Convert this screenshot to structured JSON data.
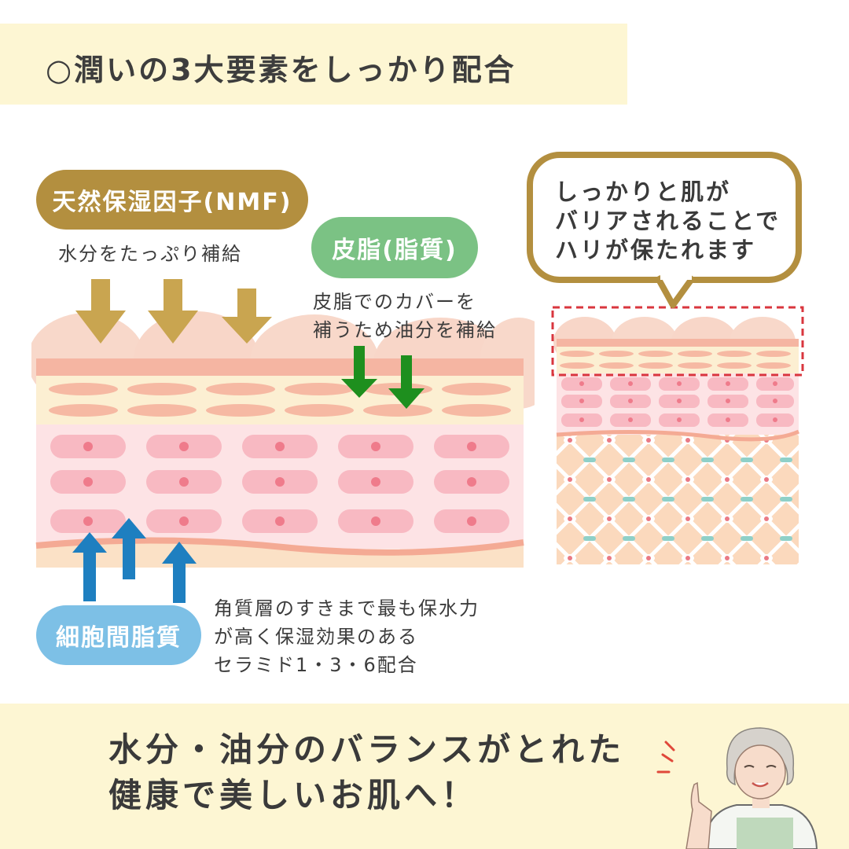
{
  "header": {
    "title": "○潤いの3大要素をしっかり配合"
  },
  "labels": {
    "nmf": {
      "title": "天然保湿因子(NMF)",
      "desc": "水分をたっぷり補給"
    },
    "sebum": {
      "title": "皮脂(脂質)",
      "desc_lines": [
        "皮脂でのカバーを",
        "補うため油分を補給"
      ]
    },
    "lipid": {
      "title": "細胞間脂質",
      "desc_lines": [
        "角質層のすきまで最も保水力",
        "が高く保湿効果のある",
        "セラミド1・3・6配合"
      ]
    }
  },
  "bubble": {
    "lines": [
      "しっかりと肌が",
      "バリアされることで",
      "ハリが保たれます"
    ]
  },
  "footer": {
    "lines": [
      "水分・油分のバランスがとれた",
      "健康で美しいお肌へ！"
    ]
  },
  "colors": {
    "nmf": "#b38f3f",
    "sebum": "#7bc284",
    "lipid": "#7dc0e6",
    "band": "#fdf6d3",
    "arrow_gold": "#c9a550",
    "arrow_green": "#1e8f1e",
    "arrow_blue": "#1e7fc0"
  }
}
